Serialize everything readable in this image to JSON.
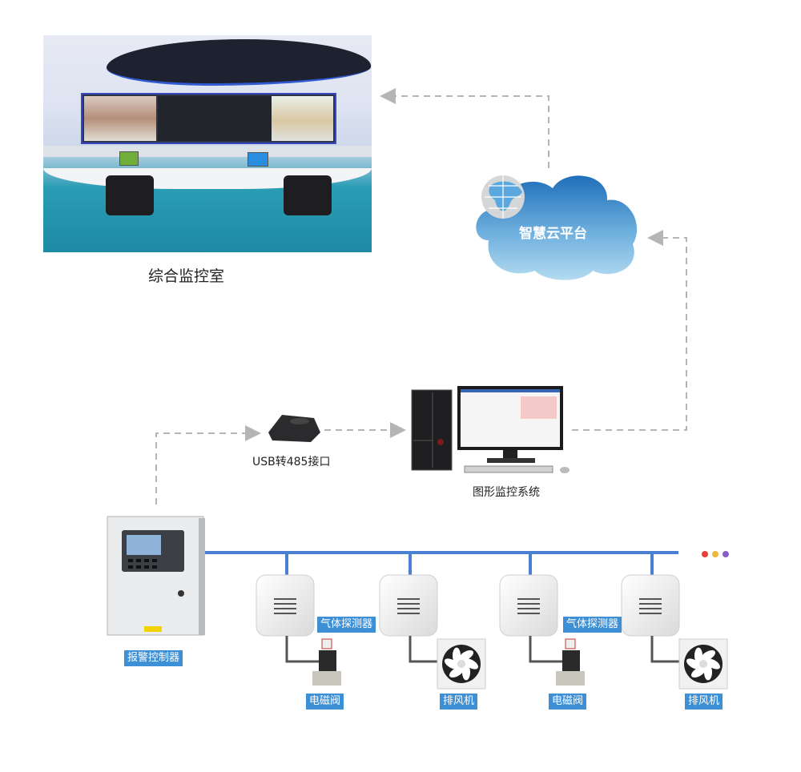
{
  "diagram": {
    "title_nodes": {
      "control_room": {
        "label": "综合监控室",
        "icon": "control-room-photo"
      },
      "cloud": {
        "label": "智慧云平台",
        "icon": "cloud-globe-icon"
      },
      "usb_converter": {
        "label": "USB转485接口",
        "icon": "usb-485-converter-icon"
      },
      "monitor_system": {
        "label": "图形监控系统",
        "icon": "desktop-computer-icon"
      },
      "alarm_controller": {
        "label": "报警控制器",
        "icon": "alarm-controller-cabinet-icon"
      }
    },
    "field_devices": [
      {
        "detector_label": "",
        "actuator": "电磁阀",
        "actuator_icon": "solenoid-valve-icon"
      },
      {
        "detector_label": "气体探测器",
        "actuator": "排风机",
        "actuator_icon": "exhaust-fan-icon"
      },
      {
        "detector_label": "",
        "actuator": "电磁阀",
        "actuator_icon": "solenoid-valve-icon"
      },
      {
        "detector_label": "气体探测器",
        "actuator": "排风机",
        "actuator_icon": "exhaust-fan-icon"
      }
    ],
    "detector_tags": [
      "气体探测器",
      "气体探测器"
    ],
    "bus_continuation_dots": [
      "#e8413a",
      "#f2b63a",
      "#8a5cc7"
    ],
    "colors": {
      "bus": "#4a7fd4",
      "dashed_link": "#b5b5b5",
      "tag_bg": "#3d8fd6",
      "cloud_top": "#1f6fba",
      "cloud_bottom": "#a6d2ec"
    },
    "links": [
      {
        "from": "alarm_controller",
        "to": "usb_converter",
        "style": "dashed"
      },
      {
        "from": "usb_converter",
        "to": "monitor_system",
        "style": "dashed"
      },
      {
        "from": "monitor_system",
        "to": "cloud",
        "style": "dashed"
      },
      {
        "from": "cloud",
        "to": "control_room",
        "style": "dashed"
      },
      {
        "from": "alarm_controller",
        "to": "field_devices",
        "style": "bus"
      }
    ]
  }
}
